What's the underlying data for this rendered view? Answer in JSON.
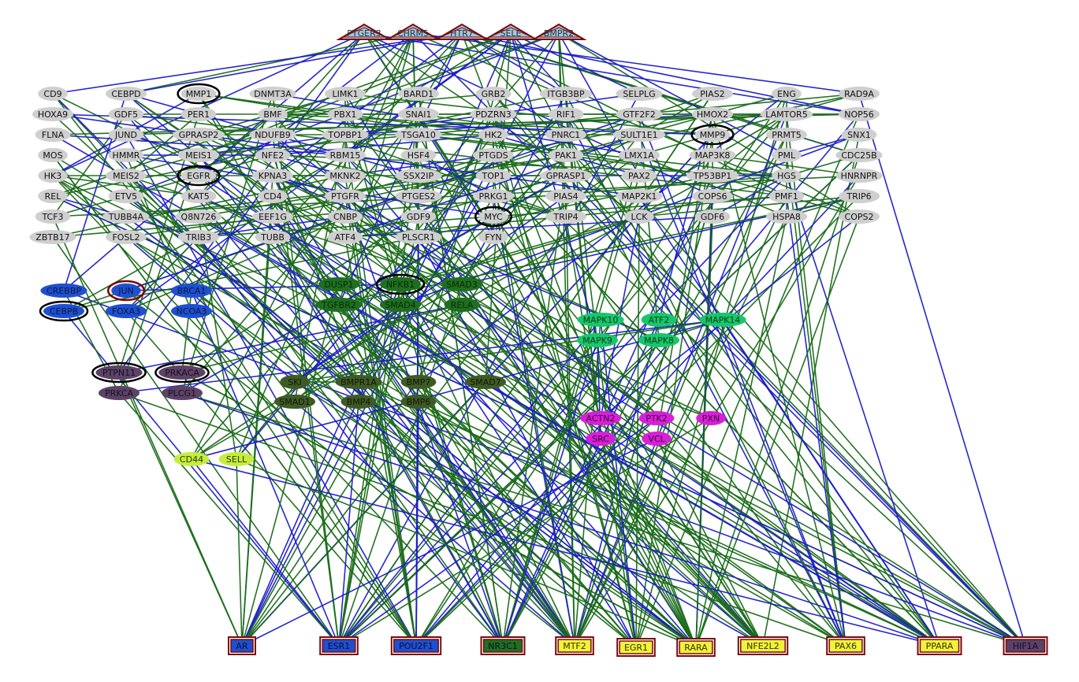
{
  "legend_colors": {
    "green_edge": "#1a6b1a",
    "blue_edge": "#1c1ccc",
    "node_gray": "#cfcfcf",
    "node_blue": "#1f4fd1",
    "node_dark_green": "#1f6f1f",
    "node_bright_green": "#17c76a",
    "node_olive": "#3f5a25",
    "node_magenta": "#d81fd8",
    "node_purple": "#5b4266",
    "node_lime": "#c6ec3f",
    "target_border": "#7a0a0a"
  },
  "nodes": [
    {
      "id": "PTGER3",
      "group": "top"
    },
    {
      "id": "CHRM5",
      "group": "top"
    },
    {
      "id": "HTR7",
      "group": "top"
    },
    {
      "id": "SELE",
      "group": "top"
    },
    {
      "id": "BMPR2",
      "group": "top"
    },
    {
      "id": "CD9",
      "group": "gray"
    },
    {
      "id": "CEBPD",
      "group": "gray"
    },
    {
      "id": "MMP1",
      "group": "gray",
      "ring": true
    },
    {
      "id": "DNMT3A",
      "group": "gray"
    },
    {
      "id": "LIMK1",
      "group": "gray"
    },
    {
      "id": "BARD1",
      "group": "gray"
    },
    {
      "id": "GRB2",
      "group": "gray"
    },
    {
      "id": "ITGB3BP",
      "group": "gray"
    },
    {
      "id": "SELPLG",
      "group": "gray"
    },
    {
      "id": "PIAS2",
      "group": "gray"
    },
    {
      "id": "ENG",
      "group": "gray"
    },
    {
      "id": "RAD9A",
      "group": "gray"
    },
    {
      "id": "HOXA9",
      "group": "gray"
    },
    {
      "id": "GDF5",
      "group": "gray"
    },
    {
      "id": "PER1",
      "group": "gray"
    },
    {
      "id": "BMF",
      "group": "gray"
    },
    {
      "id": "PBX1",
      "group": "gray"
    },
    {
      "id": "SNAI1",
      "group": "gray"
    },
    {
      "id": "PDZRN3",
      "group": "gray"
    },
    {
      "id": "RIF1",
      "group": "gray"
    },
    {
      "id": "GTF2F2",
      "group": "gray"
    },
    {
      "id": "HMOX2",
      "group": "gray"
    },
    {
      "id": "LAMTOR5",
      "group": "gray"
    },
    {
      "id": "NOP56",
      "group": "gray"
    },
    {
      "id": "FLNA",
      "group": "gray"
    },
    {
      "id": "JUND",
      "group": "gray"
    },
    {
      "id": "GPRASP2",
      "group": "gray"
    },
    {
      "id": "NDUFB9",
      "group": "gray"
    },
    {
      "id": "TOPBP1",
      "group": "gray"
    },
    {
      "id": "TSGA10",
      "group": "gray"
    },
    {
      "id": "HK2",
      "group": "gray"
    },
    {
      "id": "PNRC1",
      "group": "gray"
    },
    {
      "id": "SULT1E1",
      "group": "gray"
    },
    {
      "id": "MMP9",
      "group": "gray",
      "ring": true
    },
    {
      "id": "PRMT5",
      "group": "gray"
    },
    {
      "id": "SNX1",
      "group": "gray"
    },
    {
      "id": "MOS",
      "group": "gray"
    },
    {
      "id": "HMMR",
      "group": "gray"
    },
    {
      "id": "MEIS1",
      "group": "gray"
    },
    {
      "id": "NFE2",
      "group": "gray"
    },
    {
      "id": "RBM15",
      "group": "gray"
    },
    {
      "id": "HSF4",
      "group": "gray"
    },
    {
      "id": "PTGDS",
      "group": "gray"
    },
    {
      "id": "PAK1",
      "group": "gray"
    },
    {
      "id": "LMX1A",
      "group": "gray"
    },
    {
      "id": "MAP3K8",
      "group": "gray"
    },
    {
      "id": "PML",
      "group": "gray"
    },
    {
      "id": "CDC25B",
      "group": "gray"
    },
    {
      "id": "HK3",
      "group": "gray"
    },
    {
      "id": "MEIS2",
      "group": "gray"
    },
    {
      "id": "EGFR",
      "group": "gray",
      "ring": true
    },
    {
      "id": "KPNA3",
      "group": "gray"
    },
    {
      "id": "MKNK2",
      "group": "gray"
    },
    {
      "id": "SSX2IP",
      "group": "gray"
    },
    {
      "id": "TOP1",
      "group": "gray"
    },
    {
      "id": "GPRASP1",
      "group": "gray"
    },
    {
      "id": "PAX2",
      "group": "gray"
    },
    {
      "id": "TP53BP1",
      "group": "gray"
    },
    {
      "id": "HGS",
      "group": "gray"
    },
    {
      "id": "HNRNPR",
      "group": "gray"
    },
    {
      "id": "REL",
      "group": "gray"
    },
    {
      "id": "ETV5",
      "group": "gray"
    },
    {
      "id": "KAT5",
      "group": "gray"
    },
    {
      "id": "CD4",
      "group": "gray"
    },
    {
      "id": "PTGFR",
      "group": "gray"
    },
    {
      "id": "PTGES2",
      "group": "gray"
    },
    {
      "id": "PRKG1",
      "group": "gray"
    },
    {
      "id": "PIAS4",
      "group": "gray"
    },
    {
      "id": "MAP2K1",
      "group": "gray"
    },
    {
      "id": "COPS6",
      "group": "gray"
    },
    {
      "id": "PMF1",
      "group": "gray"
    },
    {
      "id": "TRIP6",
      "group": "gray"
    },
    {
      "id": "TCF3",
      "group": "gray"
    },
    {
      "id": "TUBB4A",
      "group": "gray"
    },
    {
      "id": "Q8N726",
      "group": "gray"
    },
    {
      "id": "EEF1G",
      "group": "gray"
    },
    {
      "id": "CNBP",
      "group": "gray"
    },
    {
      "id": "GDF9",
      "group": "gray"
    },
    {
      "id": "MYC",
      "group": "gray",
      "ring": true
    },
    {
      "id": "TRIP4",
      "group": "gray"
    },
    {
      "id": "LCK",
      "group": "gray"
    },
    {
      "id": "GDF6",
      "group": "gray"
    },
    {
      "id": "HSPA8",
      "group": "gray"
    },
    {
      "id": "COPS2",
      "group": "gray"
    },
    {
      "id": "ZBTB17",
      "group": "gray"
    },
    {
      "id": "FOSL2",
      "group": "gray"
    },
    {
      "id": "TRIB3",
      "group": "gray"
    },
    {
      "id": "TUBB",
      "group": "gray"
    },
    {
      "id": "ATF4",
      "group": "gray"
    },
    {
      "id": "PLSCR1",
      "group": "gray"
    },
    {
      "id": "FYN",
      "group": "gray"
    },
    {
      "id": "CREBBP",
      "group": "blue"
    },
    {
      "id": "JUN",
      "group": "blue",
      "ring": true,
      "ring_red": true
    },
    {
      "id": "BRCA1",
      "group": "blue"
    },
    {
      "id": "CEBPB",
      "group": "blue",
      "ring": true
    },
    {
      "id": "FOXA3",
      "group": "blue"
    },
    {
      "id": "NCOA3",
      "group": "blue"
    },
    {
      "id": "DUSP1",
      "group": "dgreen"
    },
    {
      "id": "NFKB1",
      "group": "dgreen",
      "ring": true
    },
    {
      "id": "SMAD3",
      "group": "dgreen"
    },
    {
      "id": "TGFBR2",
      "group": "dgreen"
    },
    {
      "id": "SMAD4",
      "group": "dgreen"
    },
    {
      "id": "RELA",
      "group": "dgreen"
    },
    {
      "id": "MAPK10",
      "group": "bgreen"
    },
    {
      "id": "ATF2",
      "group": "bgreen"
    },
    {
      "id": "MAPK14",
      "group": "bgreen"
    },
    {
      "id": "MAPK9",
      "group": "bgreen"
    },
    {
      "id": "MAPK8",
      "group": "bgreen"
    },
    {
      "id": "PTPN11",
      "group": "purple",
      "ring": true
    },
    {
      "id": "PRKACA",
      "group": "purple",
      "ring": true
    },
    {
      "id": "PRKCA",
      "group": "purple"
    },
    {
      "id": "PLCG1",
      "group": "purple"
    },
    {
      "id": "SKI",
      "group": "olive"
    },
    {
      "id": "BMPR1A",
      "group": "olive"
    },
    {
      "id": "BMP7",
      "group": "olive"
    },
    {
      "id": "SMAD7",
      "group": "olive"
    },
    {
      "id": "SMAD1",
      "group": "olive"
    },
    {
      "id": "BMP4",
      "group": "olive"
    },
    {
      "id": "BMP6",
      "group": "olive"
    },
    {
      "id": "ACTN2",
      "group": "magenta"
    },
    {
      "id": "PTK2",
      "group": "magenta"
    },
    {
      "id": "PXN",
      "group": "magenta"
    },
    {
      "id": "SRC",
      "group": "magenta"
    },
    {
      "id": "VCL",
      "group": "magenta"
    },
    {
      "id": "CD44",
      "group": "lime"
    },
    {
      "id": "SELL",
      "group": "lime"
    },
    {
      "id": "AR",
      "group": "target",
      "fill": "#1f4fd1"
    },
    {
      "id": "ESR1",
      "group": "target",
      "fill": "#1f4fd1"
    },
    {
      "id": "POU2F1",
      "group": "target",
      "fill": "#1f4fd1"
    },
    {
      "id": "NR3C1",
      "group": "target",
      "fill": "#1f6f1f"
    },
    {
      "id": "MTF2",
      "group": "target",
      "fill": "#f2f23a"
    },
    {
      "id": "EGR1",
      "group": "target",
      "fill": "#f2f23a"
    },
    {
      "id": "RARA",
      "group": "target",
      "fill": "#f2f23a"
    },
    {
      "id": "NFE2L2",
      "group": "target",
      "fill": "#f2f23a"
    },
    {
      "id": "PAX6",
      "group": "target",
      "fill": "#f2f23a"
    },
    {
      "id": "PPARA",
      "group": "target",
      "fill": "#f2f23a"
    },
    {
      "id": "HIF1A",
      "group": "target",
      "fill": "#5b4266"
    }
  ]
}
